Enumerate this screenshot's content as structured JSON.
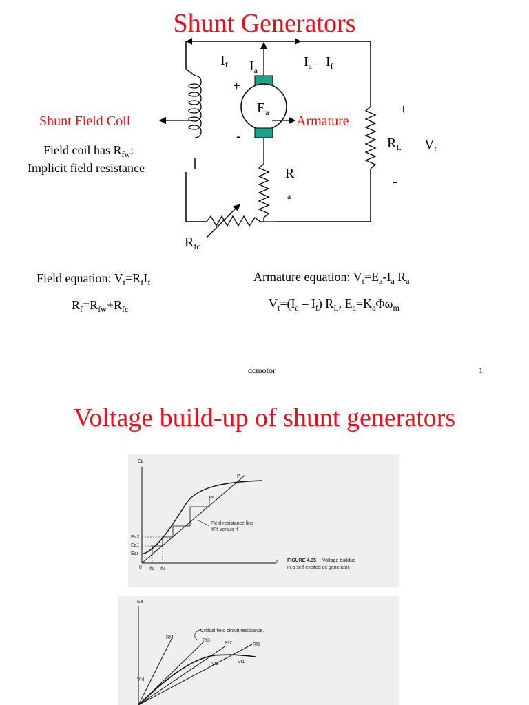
{
  "slide1": {
    "title": "Shunt Generators",
    "labels": {
      "i_f_main": "I",
      "i_f_sub": "f",
      "i_a_main": "I",
      "i_a_sub": "a",
      "ia_minus_if_a": "I",
      "ia_minus_if_a_sub": "a",
      "ia_minus_if_mid": " – I",
      "ia_minus_if_f_sub": "f",
      "plus_armature": "+",
      "minus_armature": "-",
      "ea_main": "E",
      "ea_sub": "a",
      "armature": "Armature",
      "shunt_field_coil": "Shunt Field Coil",
      "field_coil_note_line1_a": "Field coil has R",
      "field_coil_note_line1_sub": "fw",
      "field_coil_note_line1_b": ":",
      "field_coil_note_line2": "Implicit field resistance",
      "ra_main": "R",
      "ra_sub": "a",
      "rfc_main": "R",
      "rfc_sub": "fc",
      "plus_load": "+",
      "minus_load": "-",
      "rl_main": "R",
      "rl_sub": "L",
      "vt_main": "V",
      "vt_sub": "t"
    },
    "equations": {
      "field_eq_a": "Field equation: V",
      "field_eq_sub1": "t",
      "field_eq_b": "=R",
      "field_eq_sub2": "f",
      "field_eq_c": "I",
      "field_eq_sub3": "f",
      "rf_a": "R",
      "rf_sub1": "f",
      "rf_b": "=R",
      "rf_sub2": "fw",
      "rf_c": "+R",
      "rf_sub3": "fc",
      "arm_eq_a": "Armature equation: V",
      "arm_eq_sub1": "t",
      "arm_eq_b": "=E",
      "arm_eq_sub2": "a",
      "arm_eq_c": "-I",
      "arm_eq_sub3": "a",
      "arm_eq_d": " R",
      "arm_eq_sub4": "a",
      "vt_eq_a": "V",
      "vt_eq_sub1": "t",
      "vt_eq_b": "=(I",
      "vt_eq_sub2": "a",
      "vt_eq_c": " – I",
      "vt_eq_sub3": "f",
      "vt_eq_d": ") R",
      "vt_eq_sub4": "L",
      "vt_eq_e": ", E",
      "vt_eq_sub5": "a",
      "vt_eq_f": "=K",
      "vt_eq_sub6": "a",
      "vt_eq_g": "Φω",
      "vt_eq_sub7": "m"
    },
    "footer": "dcmotor",
    "page_number": "1"
  },
  "slide2": {
    "title": "Voltage build-up of shunt generators",
    "figure1": {
      "y_axis": "Ea",
      "x_axis": "If",
      "origin": "0",
      "point_label": "P",
      "line_label_1": "Field resistance line",
      "line_label_2": "IfRf versus If",
      "tick_ea2": "Ea2",
      "tick_ea1": "Ea1",
      "tick_ear": "Ear",
      "tick_if1": "If1",
      "tick_if2": "If2",
      "caption_bold": "FIGURE 4.35",
      "caption_rest": "Voltage buildup",
      "caption_line2": "in a self-excited dc generator."
    },
    "figure2": {
      "y_axis": "Ea",
      "critical_label": "Critical field circuit resistance.",
      "r_f4": "Rf4",
      "r_f3": "Rf3",
      "r_f2": "Rf2",
      "r_f1": "Rf1",
      "v_t4": "Vt4",
      "v_t2": "Vt2",
      "v_t1": "Vt1"
    }
  }
}
